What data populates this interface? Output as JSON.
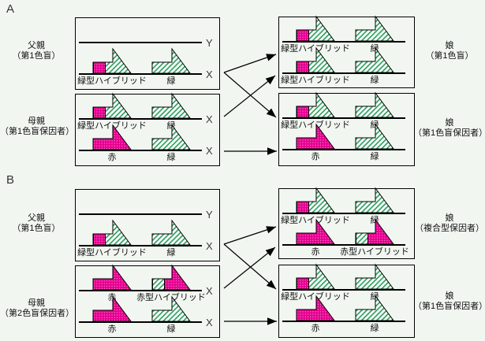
{
  "colors": {
    "background": "#f2f6f1",
    "gene_green": "#2fa05f",
    "gene_magenta": "#e60090",
    "outline": "#000000",
    "text": "#111111",
    "tag_text": "#3a3a3a"
  },
  "sections": {
    "A": {
      "label": "A",
      "parents": [
        {
          "title": "父親",
          "subtitle": "（第1色盲）",
          "rows": [
            {
              "tag": "Y",
              "genes": []
            },
            {
              "tag": "X",
              "genes": [
                {
                  "type": "green_hybrid",
                  "label": "緑型ハイブリッド"
                },
                {
                  "type": "green",
                  "label": "緑"
                }
              ]
            }
          ]
        },
        {
          "title": "母親",
          "subtitle": "（第1色盲保因者）",
          "rows": [
            {
              "tag": "X",
              "genes": [
                {
                  "type": "green_hybrid",
                  "label": "緑型ハイブリッド"
                },
                {
                  "type": "green",
                  "label": "緑"
                }
              ]
            },
            {
              "tag": "X",
              "genes": [
                {
                  "type": "red",
                  "label": "赤"
                },
                {
                  "type": "green",
                  "label": "緑"
                }
              ]
            }
          ]
        }
      ],
      "daughters": [
        {
          "title": "娘",
          "subtitle": "（第1色盲）",
          "rows": [
            {
              "genes": [
                {
                  "type": "green_hybrid",
                  "label": "緑型ハイブリッド"
                },
                {
                  "type": "green",
                  "label": "緑"
                }
              ]
            },
            {
              "genes": [
                {
                  "type": "green_hybrid",
                  "label": "緑型ハイブリッド"
                },
                {
                  "type": "green",
                  "label": "緑"
                }
              ]
            }
          ]
        },
        {
          "title": "娘",
          "subtitle": "（第1色盲保因者）",
          "rows": [
            {
              "genes": [
                {
                  "type": "green_hybrid",
                  "label": "緑型ハイブリッド"
                },
                {
                  "type": "green",
                  "label": "緑"
                }
              ]
            },
            {
              "genes": [
                {
                  "type": "red",
                  "label": "赤"
                },
                {
                  "type": "green",
                  "label": "緑"
                }
              ]
            }
          ]
        }
      ]
    },
    "B": {
      "label": "B",
      "parents": [
        {
          "title": "父親",
          "subtitle": "（第1色盲）",
          "rows": [
            {
              "tag": "Y",
              "genes": []
            },
            {
              "tag": "X",
              "genes": [
                {
                  "type": "green_hybrid",
                  "label": "緑型ハイブリッド"
                },
                {
                  "type": "green",
                  "label": "緑"
                }
              ]
            }
          ]
        },
        {
          "title": "母親",
          "subtitle": "（第2色盲保因者）",
          "rows": [
            {
              "tag": "X",
              "genes": [
                {
                  "type": "red",
                  "label": "赤"
                },
                {
                  "type": "red_hybrid",
                  "label": "赤型ハイブリッド"
                }
              ]
            },
            {
              "tag": "X",
              "genes": [
                {
                  "type": "red",
                  "label": "赤"
                },
                {
                  "type": "green",
                  "label": "緑"
                }
              ]
            }
          ]
        }
      ],
      "daughters": [
        {
          "title": "娘",
          "subtitle": "（複合型保因者）",
          "rows": [
            {
              "genes": [
                {
                  "type": "green_hybrid",
                  "label": "緑型ハイブリッド"
                },
                {
                  "type": "green",
                  "label": "緑"
                }
              ]
            },
            {
              "genes": [
                {
                  "type": "red",
                  "label": "赤"
                },
                {
                  "type": "red_hybrid",
                  "label": "赤型ハイブリッド"
                }
              ]
            }
          ]
        },
        {
          "title": "娘",
          "subtitle": "（第1色盲保因者）",
          "rows": [
            {
              "genes": [
                {
                  "type": "green_hybrid",
                  "label": "緑型ハイブリッド"
                },
                {
                  "type": "green",
                  "label": "緑"
                }
              ]
            },
            {
              "genes": [
                {
                  "type": "red",
                  "label": "赤"
                },
                {
                  "type": "green",
                  "label": "緑"
                }
              ]
            }
          ]
        }
      ]
    }
  },
  "arrows": [
    {
      "section": "A",
      "from": "father.X",
      "to": "daughter1.row1"
    },
    {
      "section": "A",
      "from": "father.X",
      "to": "daughter2.row1"
    },
    {
      "section": "A",
      "from": "mother.X1",
      "to": "daughter1.row2"
    },
    {
      "section": "A",
      "from": "mother.X2",
      "to": "daughter2.row2"
    },
    {
      "section": "B",
      "from": "father.X",
      "to": "daughter1.row1"
    },
    {
      "section": "B",
      "from": "father.X",
      "to": "daughter2.row1"
    },
    {
      "section": "B",
      "from": "mother.X1",
      "to": "daughter1.row2"
    },
    {
      "section": "B",
      "from": "mother.X2",
      "to": "daughter2.row2"
    }
  ]
}
